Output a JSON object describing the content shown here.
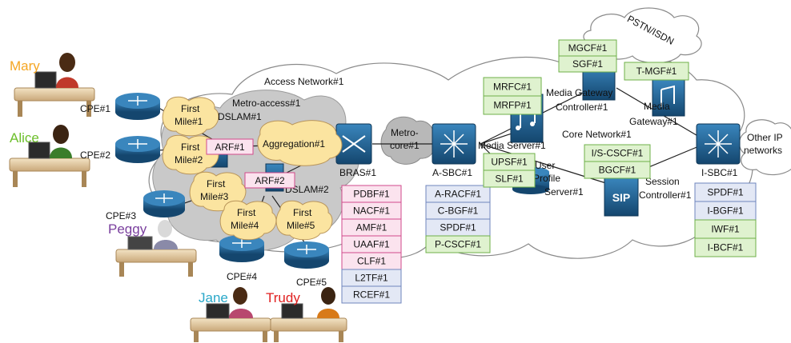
{
  "colors": {
    "pink_fill": "#fbe3ee",
    "pink_stroke": "#d24a8c",
    "green_fill": "#dff2cf",
    "green_stroke": "#6fb04a",
    "blue_fill": "#e3e8f5",
    "blue_stroke": "#6f86bd",
    "cloud_gray": "#c9c9c9",
    "mile_fill": "#fbe4a0",
    "router_blue": "#1f5f8f",
    "mary": "#f5a623",
    "alice": "#6cbf2a",
    "peggy": "#7a3f9e",
    "jane": "#2aa8c9",
    "trudy": "#e02020"
  },
  "users": {
    "mary": "Mary",
    "alice": "Alice",
    "peggy": "Peggy",
    "jane": "Jane",
    "trudy": "Trudy"
  },
  "labels": {
    "cpe1": "CPE#1",
    "cpe2": "CPE#2",
    "cpe3": "CPE#3",
    "cpe4": "CPE#4",
    "cpe5": "CPE#5",
    "access_network": "Access Network#1",
    "metro_access": "Metro-access#1",
    "dslam1": "DSLAM#1",
    "dslam2": "DSLAM#2",
    "first_mile1": [
      "First",
      "Mile#1"
    ],
    "first_mile2": [
      "First",
      "Mile#2"
    ],
    "first_mile3": [
      "First",
      "Mile#3"
    ],
    "first_mile4": [
      "First",
      "Mile#4"
    ],
    "first_mile5": [
      "First",
      "Mile#5"
    ],
    "arf1": "ARF#1",
    "arf2": "ARF#2",
    "aggregation": "Aggregation#1",
    "bras": "BRAS#1",
    "metro_core": [
      "Metro-",
      "core#1"
    ],
    "a_sbc": "A-SBC#1",
    "media_server": "Media Server#1",
    "user_profile": [
      "User",
      "Profile",
      "Server#1"
    ],
    "mgc": [
      "Media Gateway",
      "Controller#1"
    ],
    "mg": [
      "Media",
      "Gateway#1"
    ],
    "core_network": "Core Network#1",
    "session_controller": [
      "Session",
      "Controller#1"
    ],
    "pstn": "PSTN/ISDN",
    "i_sbc": "I-SBC#1",
    "other_ip": [
      "Other IP",
      "networks"
    ],
    "sip": "SIP"
  },
  "stacks": {
    "bras_functions": [
      "PDBF#1",
      "NACF#1",
      "AMF#1",
      "UAAF#1",
      "CLF#1",
      "L2TF#1",
      "RCEF#1"
    ],
    "a_sbc_functions": [
      "A-RACF#1",
      "C-BGF#1",
      "SPDF#1",
      "P-CSCF#1"
    ],
    "upsf_functions": [
      "UPSF#1",
      "SLF#1"
    ],
    "mrf_functions": [
      "MRFC#1",
      "MRFP#1"
    ],
    "mgcf_functions": [
      "MGCF#1",
      "SGF#1"
    ],
    "tmgf_functions": [
      "T-MGF#1"
    ],
    "cscf_functions": [
      "I/S-CSCF#1",
      "BGCF#1"
    ],
    "i_sbc_functions": [
      "SPDF#1",
      "I-BGF#1",
      "IWF#1",
      "I-BCF#1"
    ]
  }
}
